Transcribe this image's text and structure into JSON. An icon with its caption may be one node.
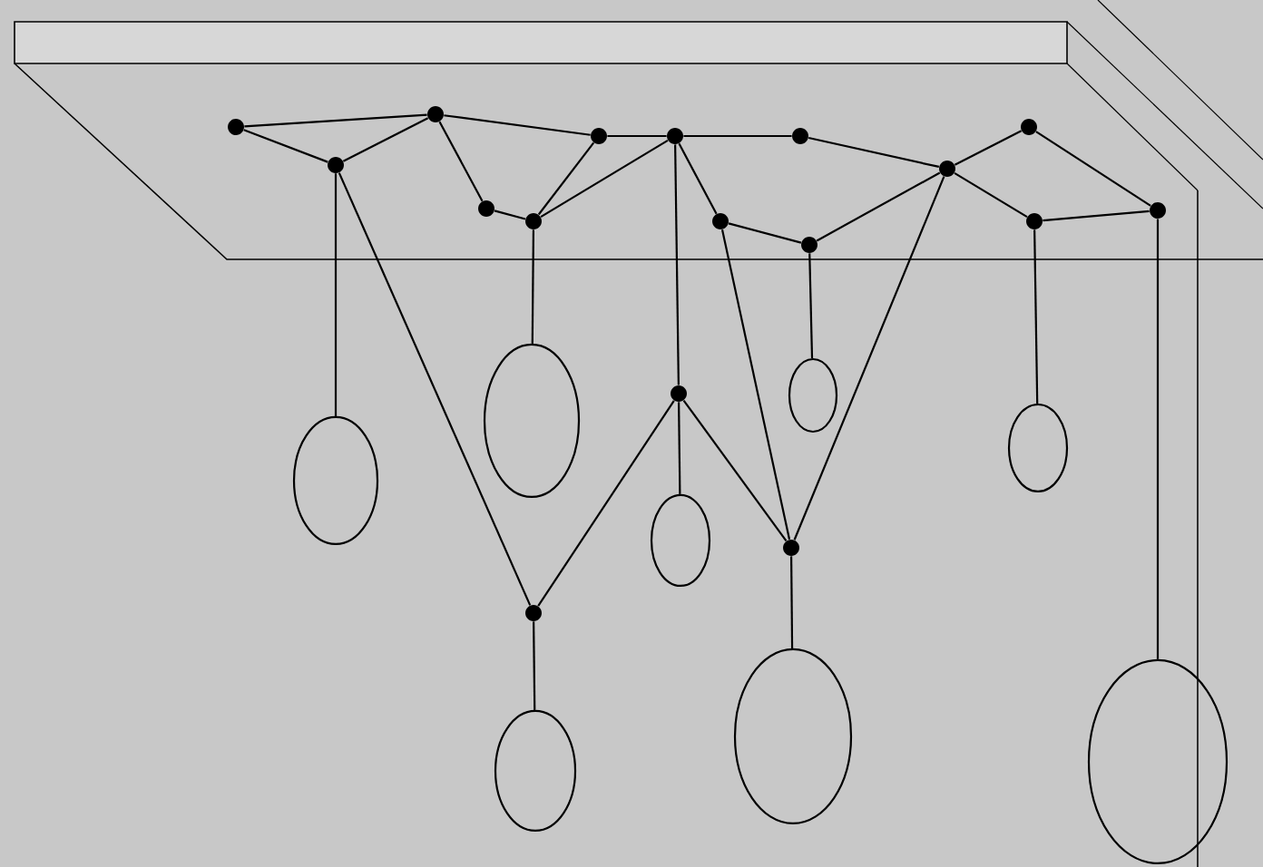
{
  "diagram": {
    "nodes": [
      {
        "text": [],
        "shape": "dot"
      },
      {
        "text": [],
        "shape": "dot"
      },
      {
        "text": [],
        "shape": "dot"
      },
      {
        "text": [],
        "shape": "dot"
      },
      {
        "text": [],
        "shape": "dot"
      },
      {
        "text": [],
        "shape": "dot"
      },
      {
        "text": [],
        "shape": "dot"
      },
      {
        "text": [],
        "shape": "dot"
      },
      {
        "text": [],
        "shape": "dot"
      },
      {
        "text": [],
        "shape": "dot"
      },
      {
        "text": [],
        "shape": "dot"
      },
      {
        "text": [],
        "shape": "dot"
      },
      {
        "text": [],
        "shape": "dot"
      },
      {
        "text": [],
        "shape": "dot"
      },
      {
        "text": [],
        "shape": "dot"
      },
      {
        "text": [],
        "shape": "dot"
      },
      {
        "text": [],
        "shape": "dot"
      },
      {
        "text": [],
        "shape": "ellipse"
      },
      {
        "text": [],
        "shape": "ellipse"
      },
      {
        "text": [],
        "shape": "ellipse"
      },
      {
        "text": [],
        "shape": "ellipse"
      },
      {
        "text": [],
        "shape": "ellipse"
      },
      {
        "text": [],
        "shape": "ellipse"
      },
      {
        "text": [],
        "shape": "ellipse"
      },
      {
        "text": [],
        "shape": "ellipse"
      }
    ],
    "edges": [
      {
        "from": 0,
        "to": 2,
        "arrow": "none"
      },
      {
        "from": 0,
        "to": 1,
        "arrow": "none"
      },
      {
        "from": 1,
        "to": 2,
        "arrow": "none"
      },
      {
        "from": 2,
        "to": 5,
        "arrow": "none"
      },
      {
        "from": 2,
        "to": 3,
        "arrow": "none"
      },
      {
        "from": 3,
        "to": 4,
        "arrow": "none"
      },
      {
        "from": 4,
        "to": 5,
        "arrow": "none"
      },
      {
        "from": 5,
        "to": 6,
        "arrow": "none"
      },
      {
        "from": 4,
        "to": 6,
        "arrow": "none"
      },
      {
        "from": 6,
        "to": 7,
        "arrow": "none"
      },
      {
        "from": 7,
        "to": 10,
        "arrow": "none"
      },
      {
        "from": 6,
        "to": 8,
        "arrow": "none"
      },
      {
        "from": 8,
        "to": 9,
        "arrow": "none"
      },
      {
        "from": 9,
        "to": 10,
        "arrow": "none"
      },
      {
        "from": 10,
        "to": 11,
        "arrow": "none"
      },
      {
        "from": 10,
        "to": 12,
        "arrow": "none"
      },
      {
        "from": 11,
        "to": 13,
        "arrow": "none"
      },
      {
        "from": 12,
        "to": 13,
        "arrow": "none"
      },
      {
        "from": 1,
        "to": 17,
        "arrow": "none"
      },
      {
        "from": 4,
        "to": 18,
        "arrow": "none"
      },
      {
        "from": 9,
        "to": 19,
        "arrow": "none"
      },
      {
        "from": 6,
        "to": 14,
        "arrow": "none"
      },
      {
        "from": 14,
        "to": 20,
        "arrow": "none"
      },
      {
        "from": 12,
        "to": 21,
        "arrow": "none"
      },
      {
        "from": 13,
        "to": 24,
        "arrow": "none"
      },
      {
        "from": 15,
        "to": 22,
        "arrow": "none"
      },
      {
        "from": 16,
        "to": 23,
        "arrow": "none"
      },
      {
        "from": 1,
        "to": 15,
        "arrow": "none"
      },
      {
        "from": 15,
        "to": 14,
        "arrow": "none"
      },
      {
        "from": 14,
        "to": 16,
        "arrow": "none"
      },
      {
        "from": 8,
        "to": 16,
        "arrow": "none"
      },
      {
        "from": 10,
        "to": 16,
        "arrow": "none"
      }
    ]
  }
}
